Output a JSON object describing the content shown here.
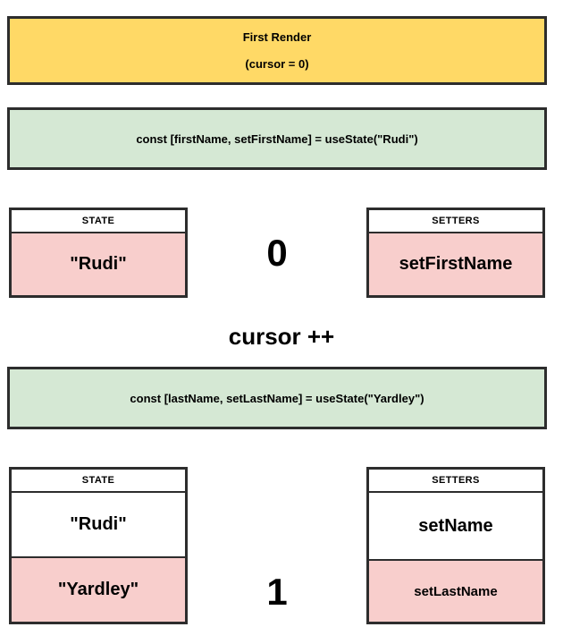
{
  "diagram": {
    "banner": {
      "title": "First Render",
      "subtitle": "(cursor = 0)"
    },
    "code_lines": [
      "const [firstName, setFirstName] = useState(\"Rudi\")",
      "const [lastName, setLastName] = useState(\"Yardley\")"
    ],
    "cursor_label": "cursor ++",
    "step1": {
      "state": {
        "header": "STATE",
        "cells": [
          {
            "text": "\"Rudi\"",
            "highlight": true
          }
        ]
      },
      "cursor_value": "0",
      "setters": {
        "header": "SETTERS",
        "cells": [
          {
            "text": "setFirstName",
            "highlight": true
          }
        ]
      }
    },
    "step2": {
      "state": {
        "header": "STATE",
        "cells": [
          {
            "text": "\"Rudi\"",
            "highlight": false
          },
          {
            "text": "\"Yardley\"",
            "highlight": true
          }
        ]
      },
      "cursor_value": "1",
      "setters": {
        "header": "SETTERS",
        "cells": [
          {
            "text": "setName",
            "highlight": false
          },
          {
            "text": "setLastName",
            "highlight": true
          }
        ]
      }
    },
    "colors": {
      "banner_fill": "#FFD966",
      "code_fill": "#D5E8D4",
      "highlight_fill": "#F8CECC",
      "border": "#2D2D2D"
    }
  }
}
